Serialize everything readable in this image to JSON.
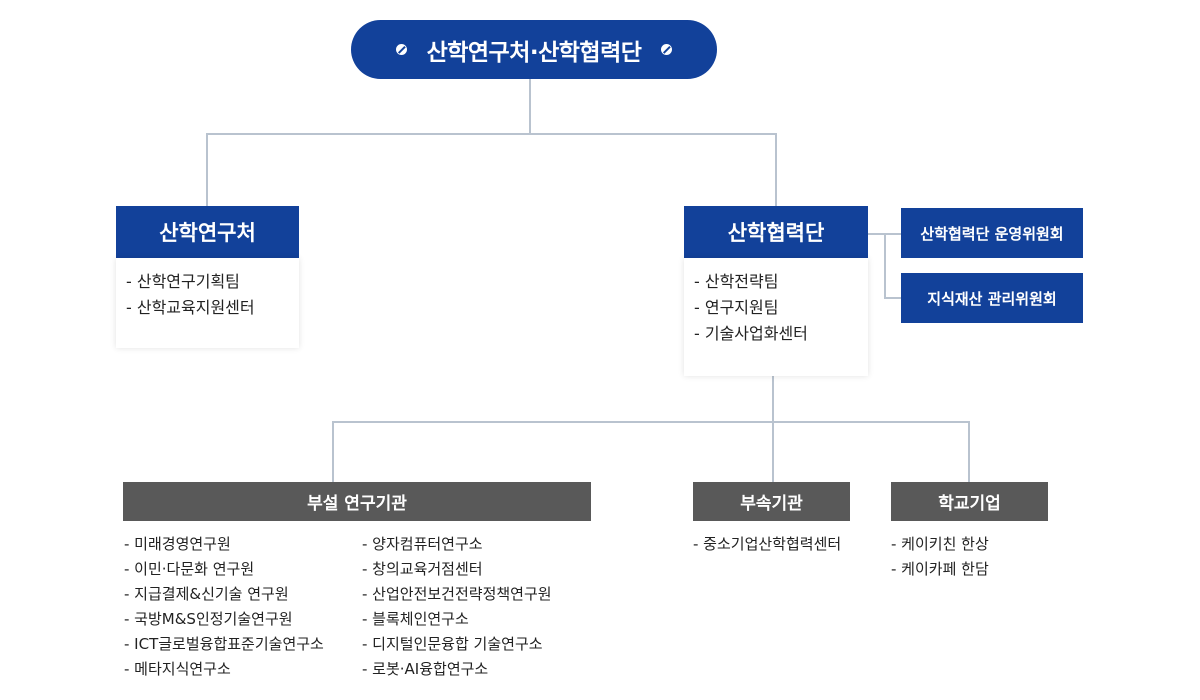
{
  "root": {
    "label": "산학연구처·산학협력단"
  },
  "research_office": {
    "title": "산학연구처",
    "items": [
      "- 산학연구기획팀",
      "- 산학교육지원센터"
    ]
  },
  "cooperation_foundation": {
    "title": "산학협력단",
    "items": [
      "- 산학전략팀",
      "- 연구지원팀",
      "- 기술사업화센터"
    ],
    "committees": [
      "산학협력단 운영위원회",
      "지식재산 관리위원회"
    ]
  },
  "affiliated_institutes": {
    "title": "부설 연구기관",
    "col1": [
      "- 미래경영연구원",
      "- 이민·다문화 연구원",
      "- 지급결제&신기술 연구원",
      "- 국방M&S인정기술연구원",
      "- ICT글로벌융합표준기술연구소",
      "- 메타지식연구소"
    ],
    "col2": [
      "- 양자컴퓨터연구소",
      "- 창의교육거점센터",
      "- 산업안전보건전략정책연구원",
      "- 블록체인연구소",
      "- 디지털인문융합 기술연구소",
      "- 로봇·AI융합연구소"
    ]
  },
  "subsidiary": {
    "title": "부속기관",
    "items": [
      "- 중소기업산학협력센터"
    ]
  },
  "school_enterprise": {
    "title": "학교기업",
    "items": [
      "- 케이키친 한상",
      "- 케이카페 한담"
    ]
  }
}
